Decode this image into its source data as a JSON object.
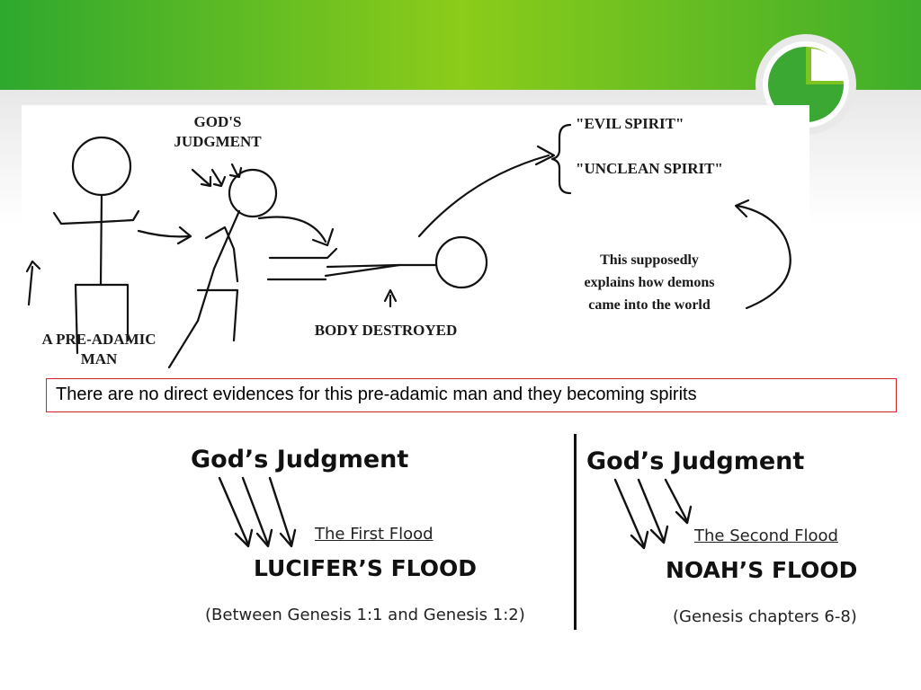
{
  "sketch": {
    "gods_judgment_line1": "GOD'S",
    "gods_judgment_line2": "JUDGMENT",
    "pre_adamic_line1": "A PRE-ADAMIC",
    "pre_adamic_line2": "MAN",
    "body_destroyed": "BODY DESTROYED",
    "evil_spirit": "\"EVIL SPIRIT\"",
    "unclean_spirit": "\"UNCLEAN SPIRIT\"",
    "explain_line1": "This supposedly",
    "explain_line2": "explains how demons",
    "explain_line3": "came into the world"
  },
  "caption": "There are no direct evidences for this pre-adamic man and they becoming spirits",
  "left_block": {
    "heading": "God’s Judgment",
    "subtitle": "The First Flood",
    "flood": "LUCIFER’S FLOOD",
    "reference": "(Between Genesis 1:1 and Genesis 1:2)"
  },
  "right_block": {
    "heading": "God’s Judgment",
    "subtitle": "The Second Flood",
    "flood": "NOAH’S FLOOD",
    "reference": "(Genesis chapters 6-8)"
  },
  "colors": {
    "header_green_start": "#2ea82e",
    "header_green_mid": "#8ccc1a",
    "caption_border": "#d0202a"
  },
  "icons": [
    "pie-chart-logo-icon"
  ]
}
